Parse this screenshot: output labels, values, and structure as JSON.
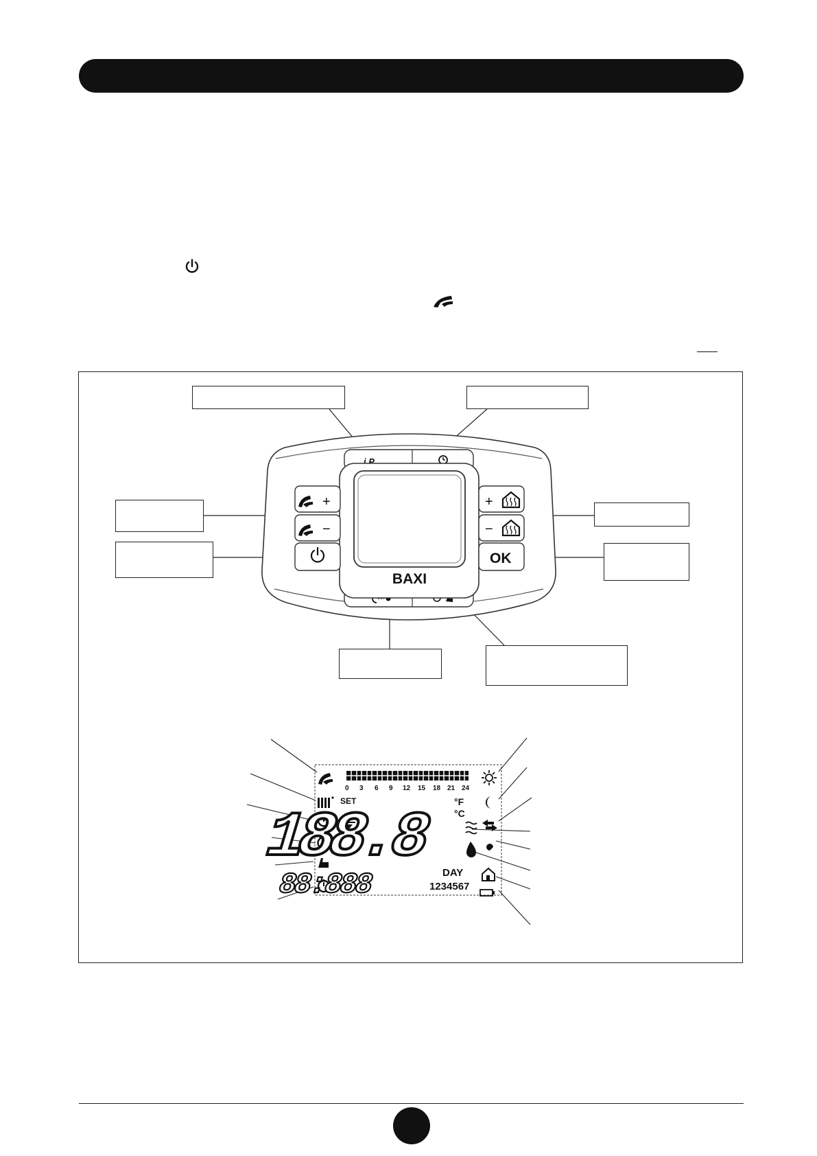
{
  "header": {
    "title": ""
  },
  "body_text": {
    "power_icon": "power-icon",
    "dhw_icon": "dhw-tap-icon"
  },
  "figure": {
    "brand": "BAXI",
    "buttons": {
      "ip": "i P",
      "dhw_plus": "+",
      "dhw_minus": "−",
      "heat_plus": "+",
      "heat_minus": "−",
      "ok": "OK"
    },
    "callouts": [
      "",
      "",
      "",
      "",
      "",
      "",
      "",
      ""
    ]
  },
  "lcd": {
    "hour_scale": [
      "0",
      "3",
      "6",
      "9",
      "12",
      "15",
      "18",
      "21",
      "24"
    ],
    "set_label": "SET",
    "main_digits": "188.8",
    "unit_f": "°F",
    "unit_c": "°C",
    "time_digits": "88:888",
    "day_label": "DAY",
    "day_numbers": "1234567"
  },
  "footer": {
    "page_number": ""
  },
  "colors": {
    "ink": "#111111",
    "panel_outline": "#333333",
    "background": "#ffffff"
  }
}
